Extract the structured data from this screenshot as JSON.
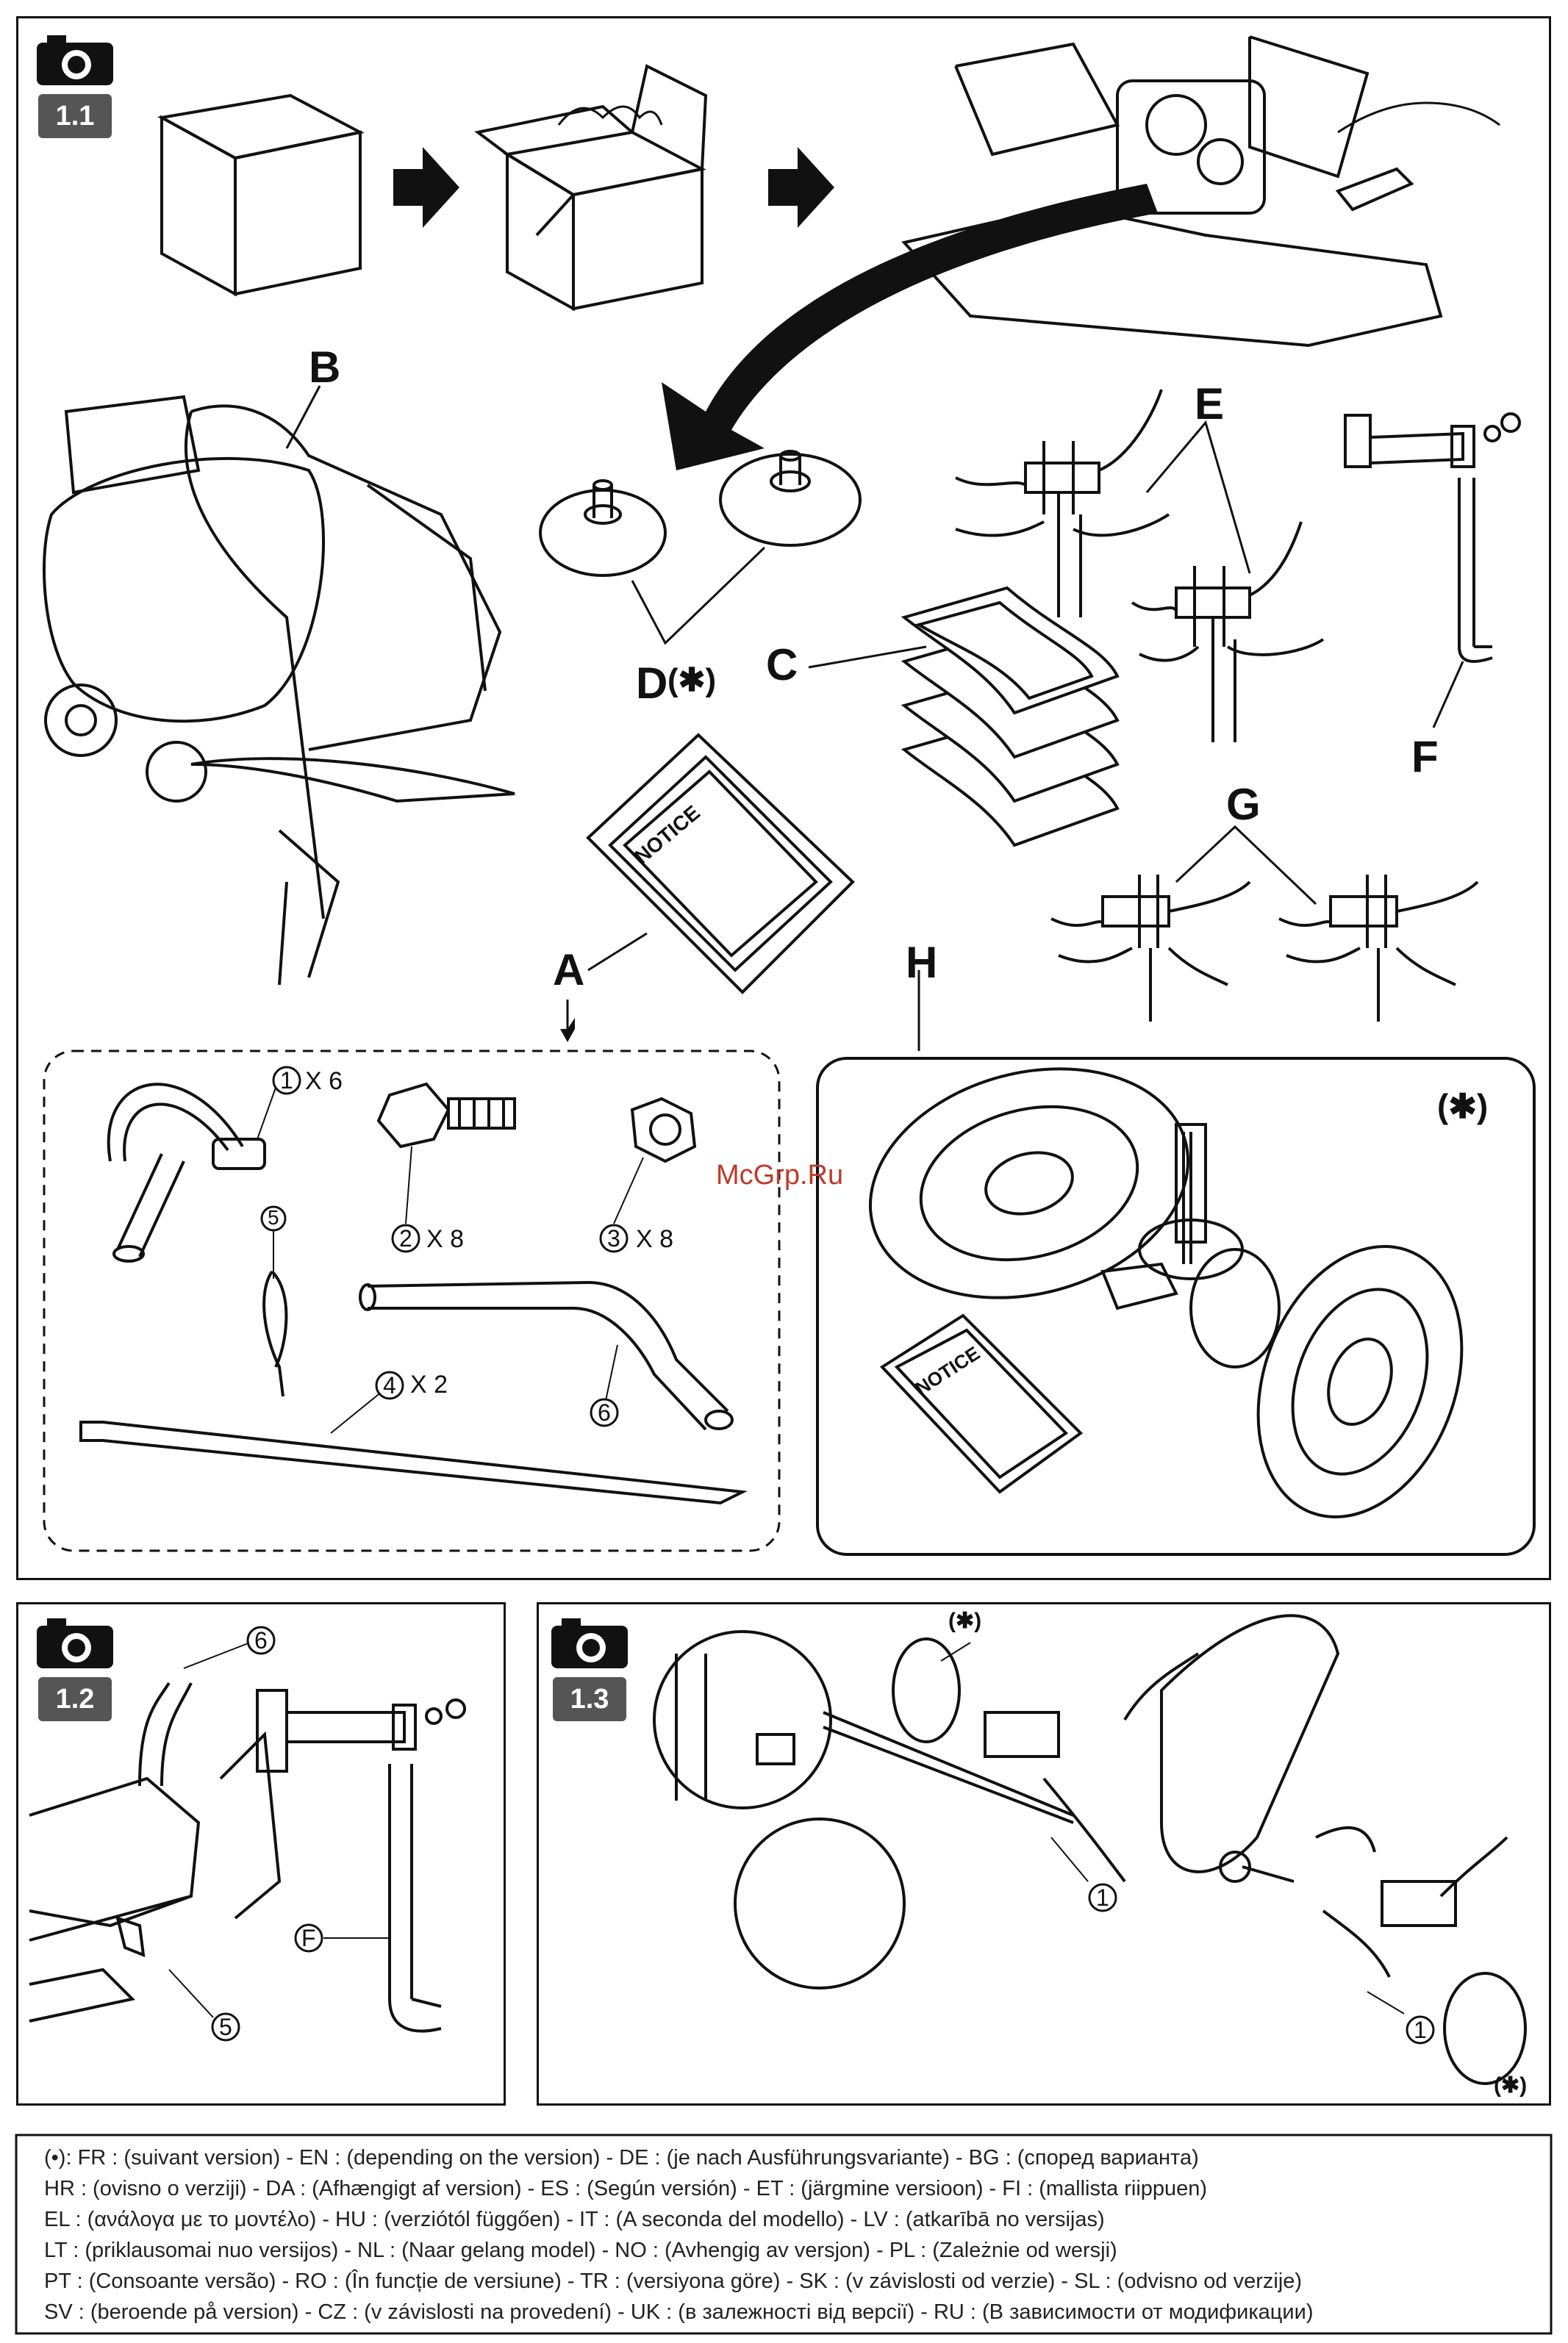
{
  "figures": {
    "fig1": "1.1",
    "fig2": "1.2",
    "fig3": "1.3"
  },
  "labels": {
    "A": "A",
    "B": "B",
    "C": "C",
    "D": "D",
    "D_mark": "(✱)",
    "E": "E",
    "F": "F",
    "G": "G",
    "H": "H",
    "H_mark": "(✱)",
    "F2": "F"
  },
  "parts": {
    "p1": "1",
    "p1_qty": "X 6",
    "p2": "2",
    "p2_qty": "X 8",
    "p3": "3",
    "p3_qty": "X 8",
    "p4": "4",
    "p4_qty": "X 2",
    "p5": "5",
    "p6": "6"
  },
  "booklet": "NOTICE",
  "booklet2": "NOTICE",
  "fig2_labels": {
    "six": "6",
    "five": "5"
  },
  "fig3_labels": {
    "star_top": "(✱)",
    "star_bottom": "(✱)",
    "one_a": "1",
    "one_b": "1"
  },
  "watermark": "McGrp.Ru",
  "footer": [
    "(•): FR : (suivant version) - EN : (depending on the version) - DE : (je nach Ausführungsvariante) - BG : (според варианта)",
    "HR : (ovisno o verziji) - DA : (Afhængigt af version) - ES : (Según versión) - ET : (järgmine versioon) - FI : (mallista riippuen)",
    "EL : (ανάλογα με το μοντέλο) - HU : (verziótól függően) - IT : (A seconda del modello) - LV : (atkarībā no versijas)",
    "LT : (priklausomai nuo versijos) - NL : (Naar gelang model) - NO : (Avhengig av versjon) - PL : (Zależnie od wersji)",
    "PT : (Consoante versão) - RO : (În funcție de versiune) - TR : (versiyona göre) - SK : (v závislosti od verzie) - SL : (odvisno od verzije)",
    "SV : (beroende på version) - CZ : (v závislosti na provedení) - UK : (в залежності від версії) - RU : (В зависимости от модификации)"
  ]
}
